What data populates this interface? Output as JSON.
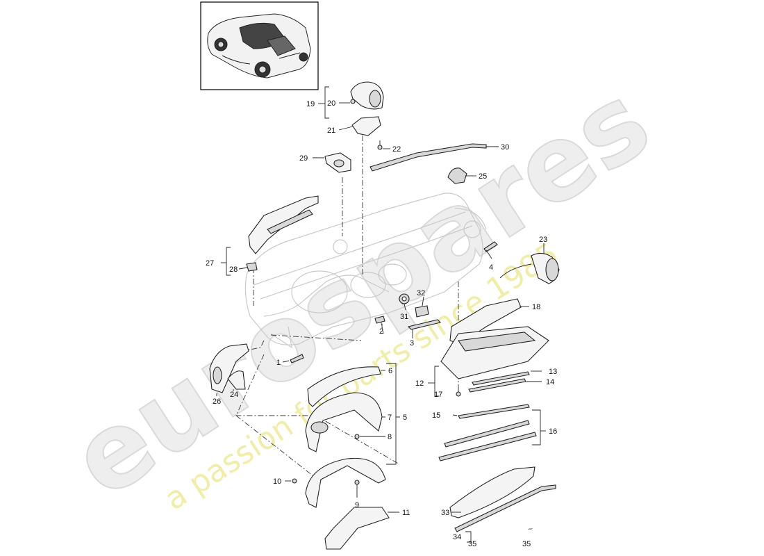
{
  "watermark": {
    "brand": "eurospares",
    "tagline": "a passion for parts since 1985"
  },
  "thumbnail": {
    "icon": "convertible-car-icon"
  },
  "callouts": [
    {
      "id": "c1",
      "text": "1"
    },
    {
      "id": "c2",
      "text": "2"
    },
    {
      "id": "c3",
      "text": "3"
    },
    {
      "id": "c4",
      "text": "4"
    },
    {
      "id": "c5",
      "text": "5"
    },
    {
      "id": "c6",
      "text": "6"
    },
    {
      "id": "c7",
      "text": "7"
    },
    {
      "id": "c8",
      "text": "8"
    },
    {
      "id": "c9",
      "text": "9"
    },
    {
      "id": "c10",
      "text": "10"
    },
    {
      "id": "c11",
      "text": "11"
    },
    {
      "id": "c12",
      "text": "12"
    },
    {
      "id": "c13",
      "text": "13"
    },
    {
      "id": "c14",
      "text": "14"
    },
    {
      "id": "c15",
      "text": "15"
    },
    {
      "id": "c16",
      "text": "16"
    },
    {
      "id": "c17",
      "text": "17"
    },
    {
      "id": "c18",
      "text": "18"
    },
    {
      "id": "c19",
      "text": "19"
    },
    {
      "id": "c20",
      "text": "20"
    },
    {
      "id": "c21",
      "text": "21"
    },
    {
      "id": "c22",
      "text": "22"
    },
    {
      "id": "c23",
      "text": "23"
    },
    {
      "id": "c24",
      "text": "24"
    },
    {
      "id": "c25",
      "text": "25"
    },
    {
      "id": "c26",
      "text": "26"
    },
    {
      "id": "c27",
      "text": "27"
    },
    {
      "id": "c28",
      "text": "28"
    },
    {
      "id": "c29",
      "text": "29"
    },
    {
      "id": "c30",
      "text": "30"
    },
    {
      "id": "c31",
      "text": "31"
    },
    {
      "id": "c32",
      "text": "32"
    },
    {
      "id": "c33",
      "text": "33"
    },
    {
      "id": "c34",
      "text": "34"
    },
    {
      "id": "c35a",
      "text": "35"
    },
    {
      "id": "c35b",
      "text": "35"
    }
  ]
}
